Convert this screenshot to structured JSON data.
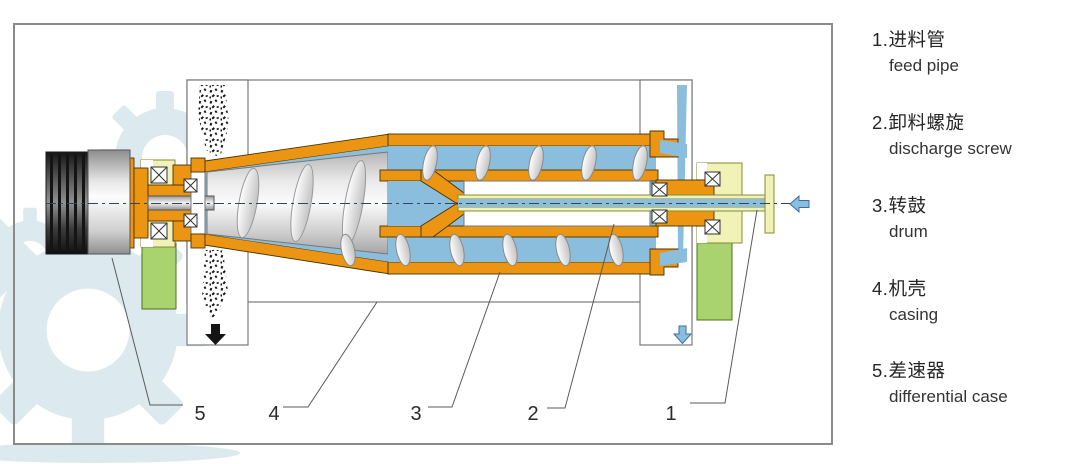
{
  "diagram": {
    "callouts": [
      {
        "number": "1"
      },
      {
        "number": "2"
      },
      {
        "number": "3"
      },
      {
        "number": "4"
      },
      {
        "number": "5"
      }
    ],
    "colors": {
      "drum_orange": "#EB9512",
      "liquid_blue": "#8BBEDD",
      "bearing_yellow": "#F1F2B5",
      "support_green": "#A9D36E",
      "watermark_blue": "#DCE9EE",
      "solids_black": "#151515"
    },
    "icons": {
      "feed_arrow": "arrow-left",
      "solids_discharge_arrow": "arrow-down",
      "liquid_discharge_arrow": "arrow-down"
    }
  },
  "legend": {
    "items": [
      {
        "number": "1.",
        "zh": "进料管",
        "en": "feed pipe"
      },
      {
        "number": "2.",
        "zh": "卸料螺旋",
        "en": "discharge screw"
      },
      {
        "number": "3.",
        "zh": "转鼓",
        "en": "drum"
      },
      {
        "number": "4.",
        "zh": "机壳",
        "en": "casing"
      },
      {
        "number": "5.",
        "zh": "差速器",
        "en": "differential case"
      }
    ]
  }
}
